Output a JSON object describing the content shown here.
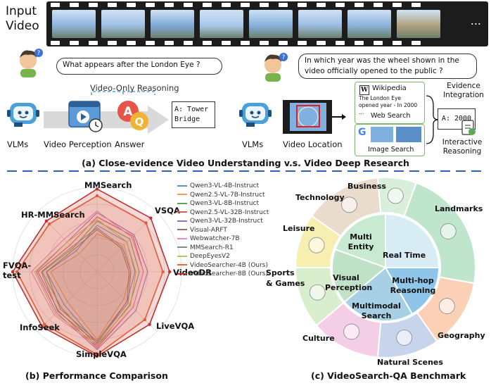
{
  "top": {
    "input_video_label": "Input\nVideo",
    "more": "...",
    "question_left": "What appears after the London Eye ?",
    "question_right": "In which year was the wheel shown in the video officially opened to the public ?",
    "video_only_reasoning": "Video-Only Reasoning",
    "answer_left": "A: Tower\nBridge",
    "vlms_left": "VLMs",
    "video_perception": "Video Perception",
    "answer_word": "Answer",
    "vlms_right": "VLMs",
    "video_location": "Video Location",
    "wiki_title": "Wikipedia",
    "wiki_text": "The London Eye opened year - In 2000 ...",
    "web_search": "Web Search",
    "image_search": "Image Search",
    "evidence_integration": "Evidence\nIntegration",
    "answer_right": "A: 2000",
    "interactive_reasoning": "Interactive\nReasoning",
    "caption_a": "(a) Close-evidence Video Understanding v.s. Video Deep Research"
  },
  "radar": {
    "axes": [
      "MMSearch",
      "VSQA",
      "VideoDR",
      "LiveVQA",
      "SimpleVQA",
      "InfoSeek",
      "FVQA-\ntest",
      "HR-MMSearch"
    ],
    "legend": [
      {
        "name": "Qwen3-VL-4B-Instruct",
        "color": "#5b8fd6"
      },
      {
        "name": "Qwen2.5-VL-7B-Instruct",
        "color": "#f0a04b"
      },
      {
        "name": "Qwen3-VL-8B-Instruct",
        "color": "#5aaa55"
      },
      {
        "name": "Qwen2.5-VL-32B-Instruct",
        "color": "#e05a4a"
      },
      {
        "name": "Qwen3-VL-32B-Instruct",
        "color": "#9a6fc4"
      },
      {
        "name": "Visual-ARFT",
        "color": "#a0705a"
      },
      {
        "name": "Webwatcher-7B",
        "color": "#e58ac4"
      },
      {
        "name": "MMSearch-R1",
        "color": "#888888"
      },
      {
        "name": "DeepEyesV2",
        "color": "#c8c050"
      },
      {
        "name": "VideoSearcher-4B (Ours)",
        "color": "#e8663a"
      },
      {
        "name": "VideoSearcher-8B (Ours)",
        "color": "#c0312b"
      }
    ],
    "caption_b": "(b) Performance Comparison"
  },
  "sunburst": {
    "inner": [
      "Multi\nEntity",
      "Real Time",
      "Multi-hop\nReasoning",
      "Multimodal\nSearch",
      "Visual\nPerception"
    ],
    "outer": [
      "Business",
      "Landmarks",
      "Geography",
      "Natural Scenes",
      "Culture",
      "Sports\n& Games",
      "Leisure",
      "Technology"
    ],
    "caption_c": "(c) VideoSearch-QA Benchmark"
  },
  "colors": {
    "divider": "#2f63b8",
    "accent_blue": "#3a6fd8"
  }
}
